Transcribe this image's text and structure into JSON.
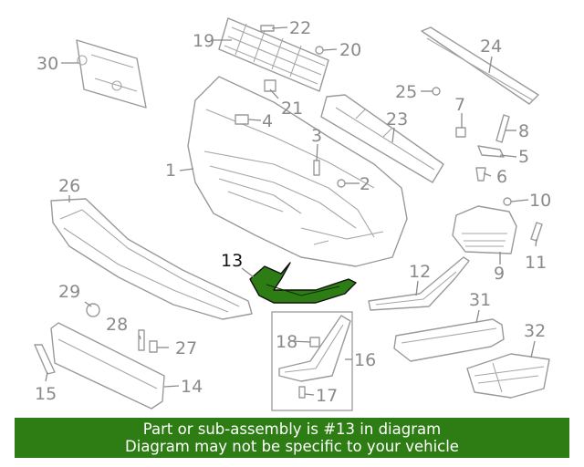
{
  "highlight": {
    "part": "13",
    "color": "#2e7d14"
  },
  "callouts": [
    "1",
    "2",
    "3",
    "4",
    "5",
    "6",
    "7",
    "8",
    "9",
    "10",
    "11",
    "12",
    "13",
    "14",
    "15",
    "16",
    "17",
    "18",
    "19",
    "20",
    "21",
    "22",
    "23",
    "24",
    "25",
    "26",
    "27",
    "28",
    "29",
    "30",
    "31",
    "32"
  ],
  "banner": {
    "line1": "Part or sub-assembly is #13 in diagram",
    "line2": "Diagram may not be specific to your vehicle",
    "color": "#2e7d14"
  }
}
